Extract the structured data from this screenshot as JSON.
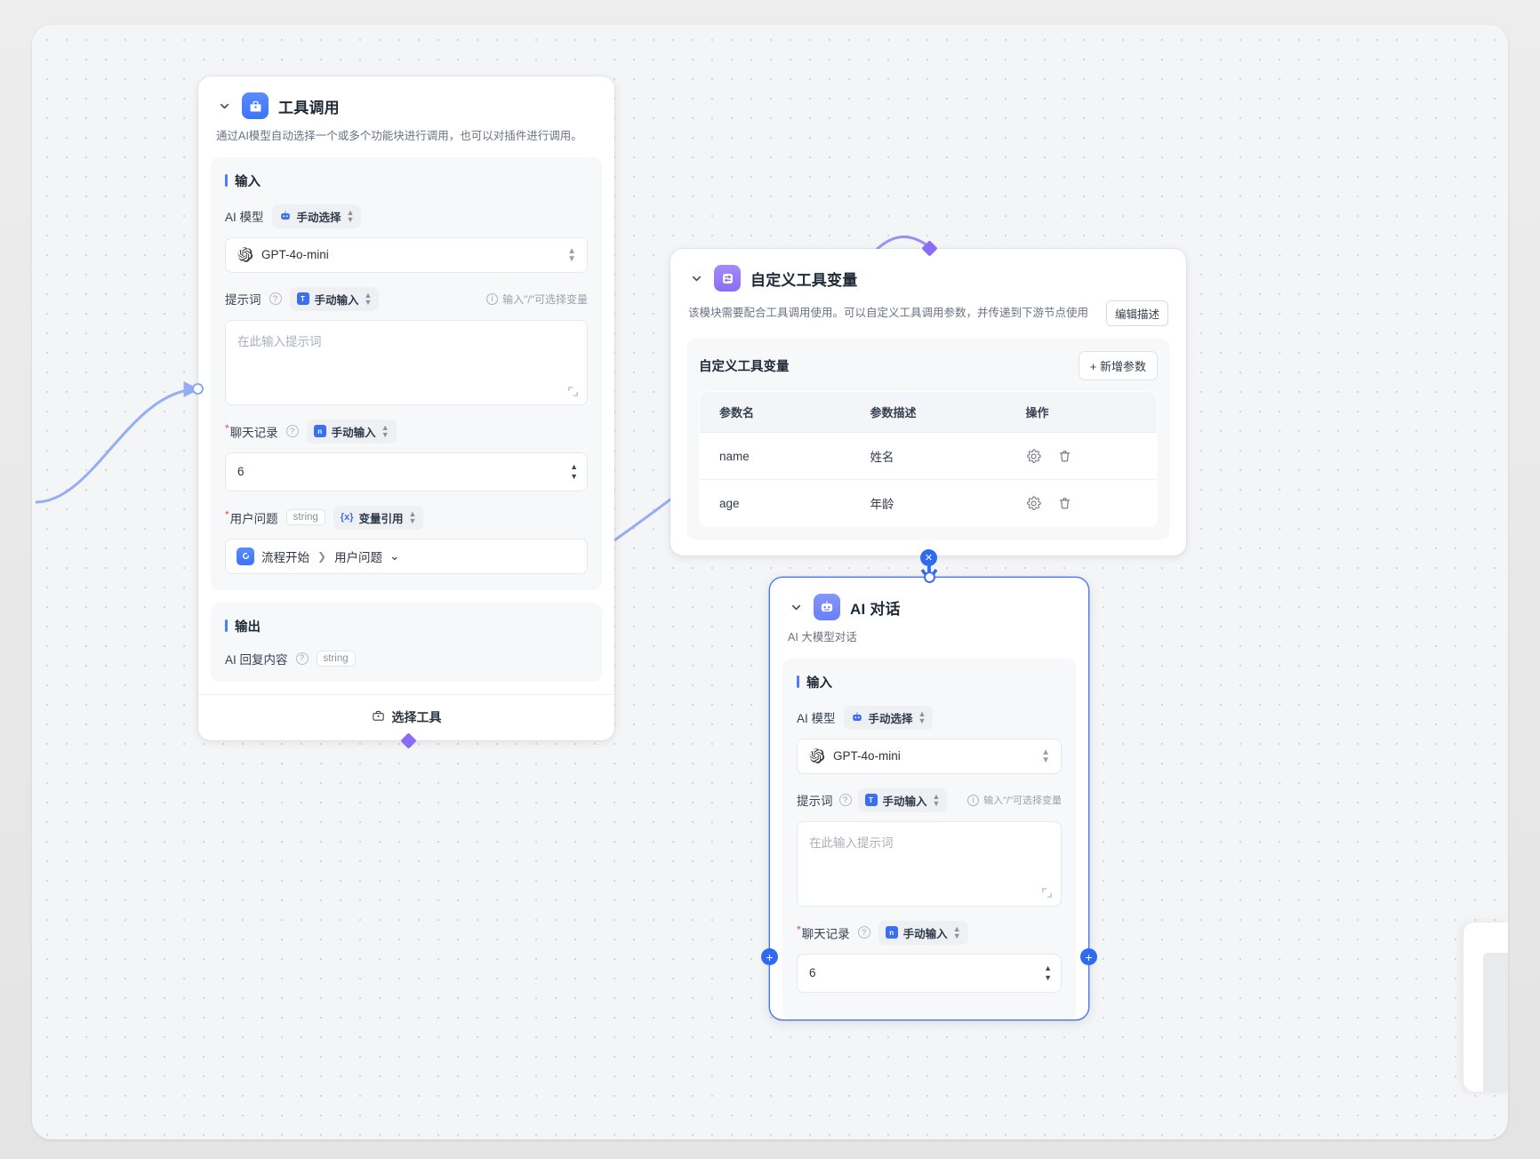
{
  "nodes": {
    "tool_call": {
      "title": "工具调用",
      "description": "通过AI模型自动选择一个或多个功能块进行调用，也可以对插件进行调用。",
      "icon": "toolbox-icon",
      "input_section": "输入",
      "output_section": "输出",
      "fields": {
        "model_label": "AI 模型",
        "model_mode": "手动选择",
        "model_value": "GPT-4o-mini",
        "prompt_label": "提示词",
        "prompt_mode": "手动输入",
        "prompt_hint": "输入\"/\"可选择变量",
        "prompt_placeholder": "在此输入提示词",
        "history_label": "聊天记录",
        "history_mode": "手动输入",
        "history_value": "6",
        "question_label": "用户问题",
        "question_type": "string",
        "question_mode": "变量引用",
        "question_ref_node": "流程开始",
        "question_ref_field": "用户问题",
        "output_label": "AI 回复内容",
        "output_type": "string"
      },
      "footer_button": "选择工具"
    },
    "tool_vars": {
      "title": "自定义工具变量",
      "description": "该模块需要配合工具调用使用。可以自定义工具调用参数，并传递到下游节点使用",
      "icon": "variable-swap-icon",
      "edit_desc_button": "编辑描述",
      "panel_title": "自定义工具变量",
      "add_button": "+ 新增参数",
      "table": {
        "headers": [
          "参数名",
          "参数描述",
          "操作"
        ],
        "rows": [
          {
            "name": "name",
            "desc": "姓名"
          },
          {
            "name": "age",
            "desc": "年龄"
          }
        ]
      }
    },
    "ai_chat": {
      "title": "AI 对话",
      "description": "AI 大模型对话",
      "icon": "robot-icon",
      "input_section": "输入",
      "fields": {
        "model_label": "AI 模型",
        "model_mode": "手动选择",
        "model_value": "GPT-4o-mini",
        "prompt_label": "提示词",
        "prompt_mode": "手动输入",
        "prompt_hint": "输入\"/\"可选择变量",
        "prompt_placeholder": "在此输入提示词",
        "history_label": "聊天记录",
        "history_mode": "手动输入",
        "history_value": "6"
      }
    }
  },
  "colors": {
    "accent": "#4d7cfe",
    "edge": "#93aef2",
    "purple": "#8b6cf6",
    "required": "#ef4444",
    "canvas": "#f4f5f7"
  },
  "icons": {
    "chevron_down": "chevron-down-icon",
    "gear": "gear-icon",
    "trash": "trash-icon",
    "expand": "expand-icon",
    "plus": "+",
    "close": "✕"
  }
}
